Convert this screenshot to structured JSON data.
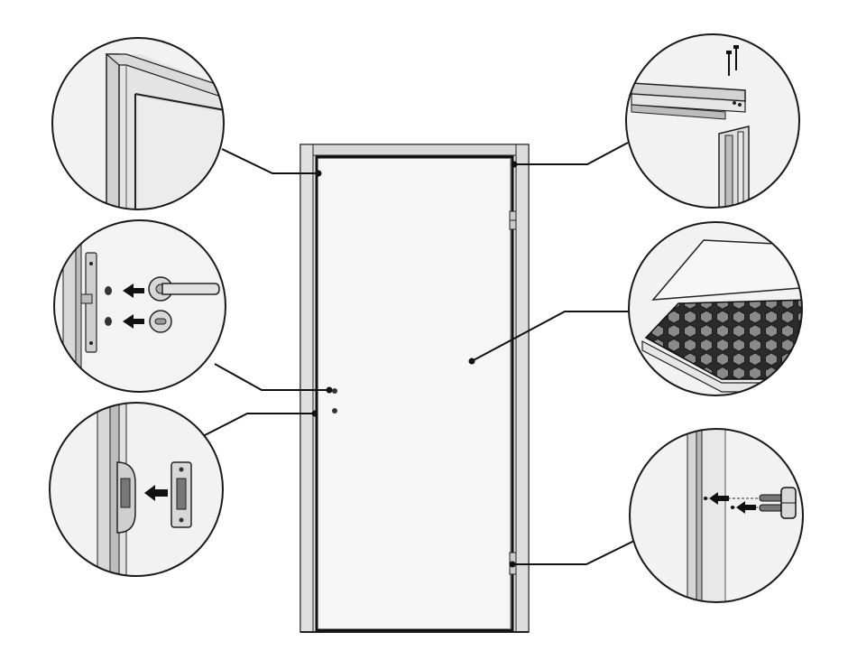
{
  "diagram": {
    "title": "",
    "callouts": [
      {
        "id": "frame-corner",
        "depicts": "door-frame-corner-profile"
      },
      {
        "id": "handle-lock",
        "depicts": "lever-handle-and-lock-knob"
      },
      {
        "id": "strike-plate",
        "depicts": "latch-strike-plate"
      },
      {
        "id": "frame-assembly",
        "depicts": "frame-head-and-jamb-with-screws"
      },
      {
        "id": "honeycomb-core",
        "depicts": "honeycomb-core-under-skin"
      },
      {
        "id": "hinge-pins",
        "depicts": "hinge-with-pins"
      }
    ]
  },
  "colors": {
    "line": "#1a1a1a",
    "frame_fill": "#e6e6e6",
    "door_fill": "#f5f5f5",
    "metal": "#bdbdbd"
  }
}
